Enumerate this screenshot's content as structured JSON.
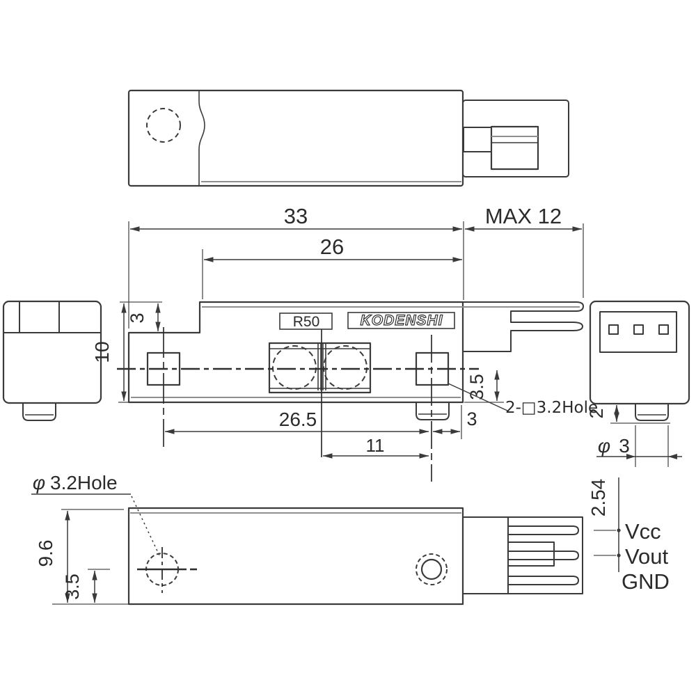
{
  "labels": {
    "top_dims": {
      "overall_33": "33",
      "connector_max_12": "MAX 12",
      "body_26": "26"
    },
    "front": {
      "step_3": "3",
      "height_10": "10",
      "plate_r50": "R50",
      "brand": "KODENSHI",
      "hole_offset_3_5": "3.5",
      "holes_note": "2-□3.2Hole",
      "hole_pitch_26_5": "26.5",
      "edge_3": "3",
      "pitch_11": "11"
    },
    "right_view": {
      "boss_height_2": "2",
      "boss_dia_symbol": "φ",
      "boss_dia_3": "3"
    },
    "bottom_view": {
      "hole_dia_symbol": "φ",
      "hole_note": "3.2Hole",
      "width_9_6": "9.6",
      "hole_offset_3_5": "3.5",
      "pin_pitch_2_54": "2.54",
      "pins": [
        "Vcc",
        "Vout",
        "GND"
      ]
    }
  },
  "colors": {
    "background": "#ffffff",
    "line": "#3a3a3a",
    "light_line": "#8f8f8f",
    "text": "#2b2b2b"
  }
}
